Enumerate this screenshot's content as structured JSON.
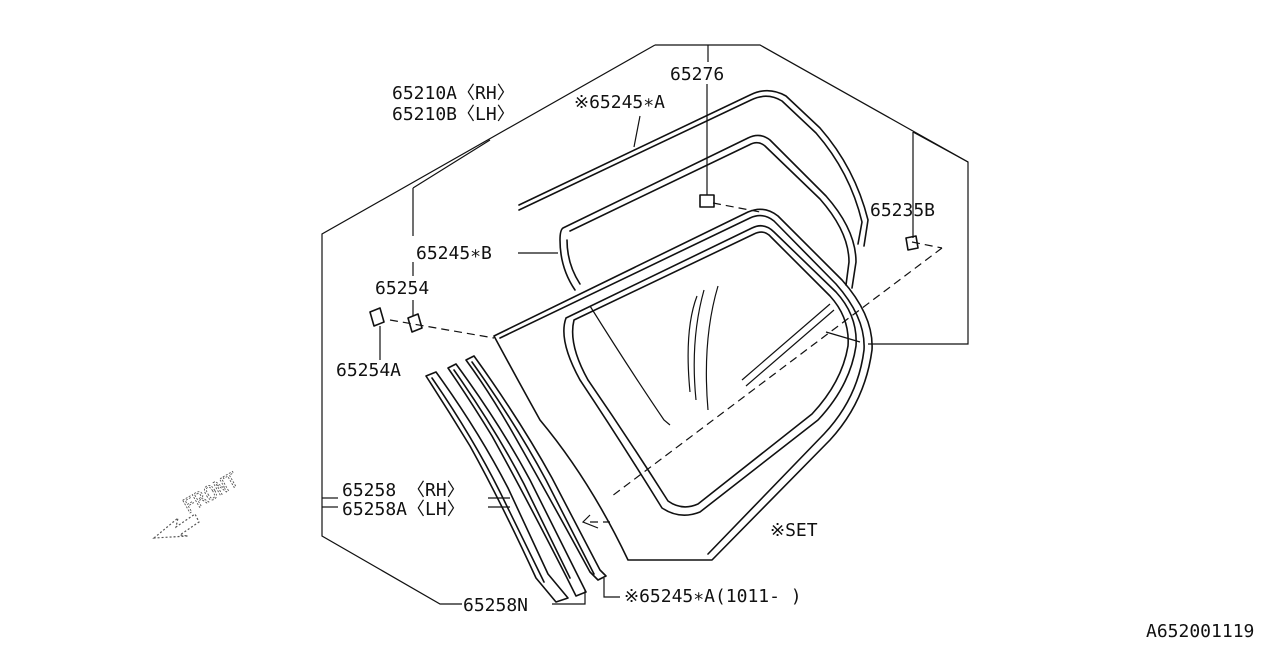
{
  "labels": {
    "p65276": "65276",
    "p65210a": "65210A〈RH〉",
    "p65210b": "65210B〈LH〉",
    "p65245a": "※65245∗A",
    "p65235b": "65235B",
    "p65245b": "65245∗B",
    "p65254": "65254",
    "p65254a": "65254A",
    "p65258": "65258 〈RH〉",
    "p65258a": "65258A〈LH〉",
    "p65258n": "65258N",
    "p65245a_2": "※65245∗A(1011- )",
    "set_note": "※SET",
    "front": "FRONT",
    "diagram_id": "A652001119"
  },
  "icons": {
    "front_arrow": "front-direction-arrow-icon"
  }
}
